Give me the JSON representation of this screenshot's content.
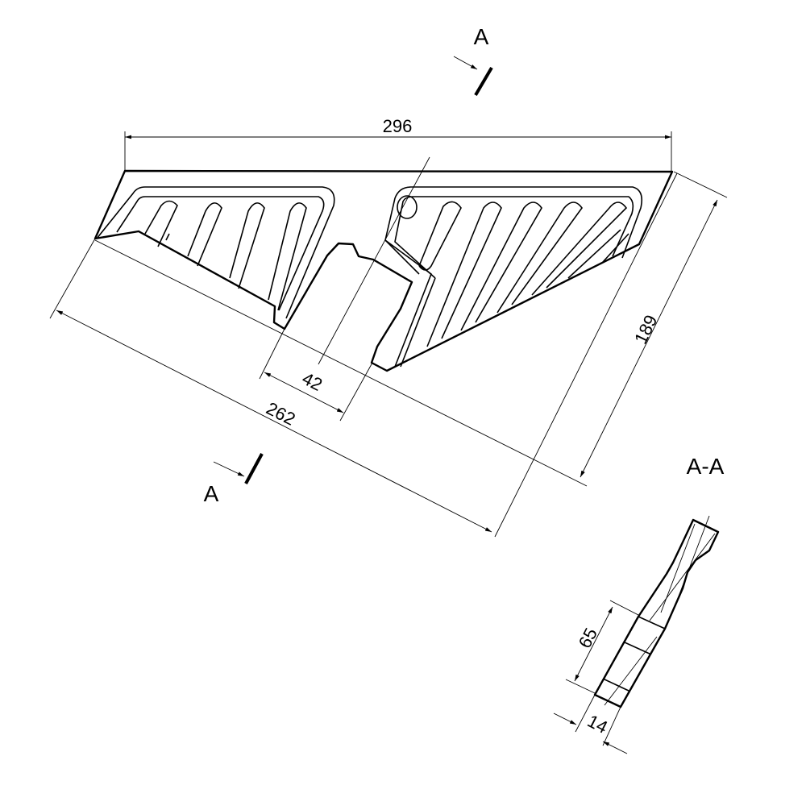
{
  "section_markers": {
    "top_label": "A",
    "bottom_label": "A",
    "section_title": "A-A"
  },
  "dimensions": {
    "overall_width": "296",
    "height": "189",
    "slot_width": "42",
    "edge_length": "262",
    "section_length": "65",
    "section_thickness": "14"
  },
  "colors": {
    "line": "#000000",
    "background": "#ffffff"
  }
}
